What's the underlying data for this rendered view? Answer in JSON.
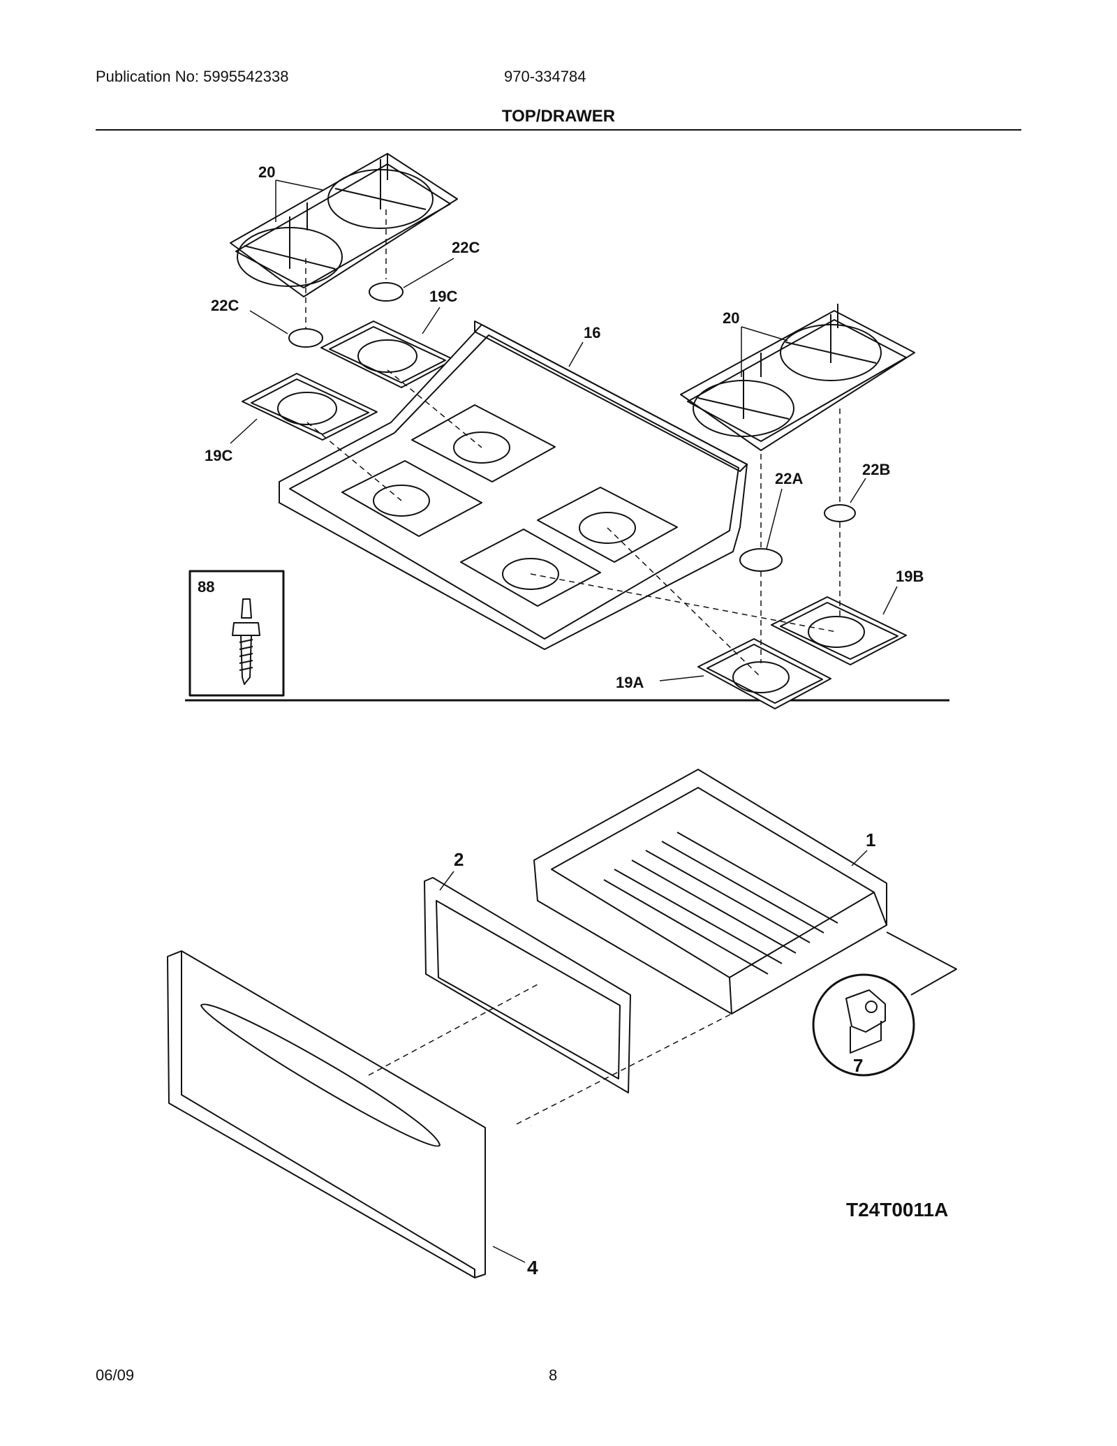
{
  "header": {
    "publication": "Publication No: 5995542338",
    "model": "970-334784",
    "section_title": "TOP/DRAWER"
  },
  "callouts": {
    "grate_left": "20",
    "grate_right": "20",
    "cap_c_upper": "22C",
    "cap_c_left": "22C",
    "pan_c_upper": "19C",
    "pan_c_lower": "19C",
    "cooktop": "16",
    "cap_a": "22A",
    "cap_b": "22B",
    "pan_b": "19B",
    "pan_a": "19A",
    "stud": "88",
    "drawer_body": "1",
    "drawer_liner": "2",
    "drawer_front": "4",
    "roller": "7"
  },
  "diagram_code": "T24T0011A",
  "footer": {
    "date": "06/09",
    "page": "8"
  }
}
